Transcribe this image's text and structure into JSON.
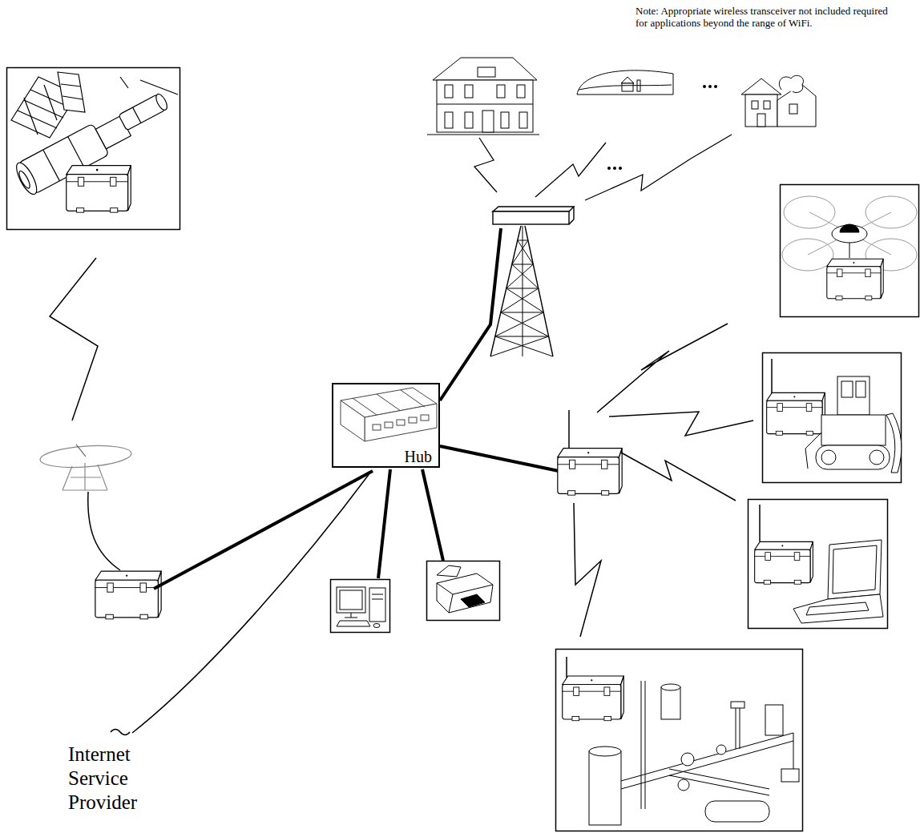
{
  "diagram": {
    "nodes": [
      {
        "text": [
          "Hub"
        ]
      }
    ],
    "labels": [
      "Note: Appropriate wireless transceiver not included required for applications beyond the range of WiFi.",
      "Internet Service Provider"
    ]
  }
}
